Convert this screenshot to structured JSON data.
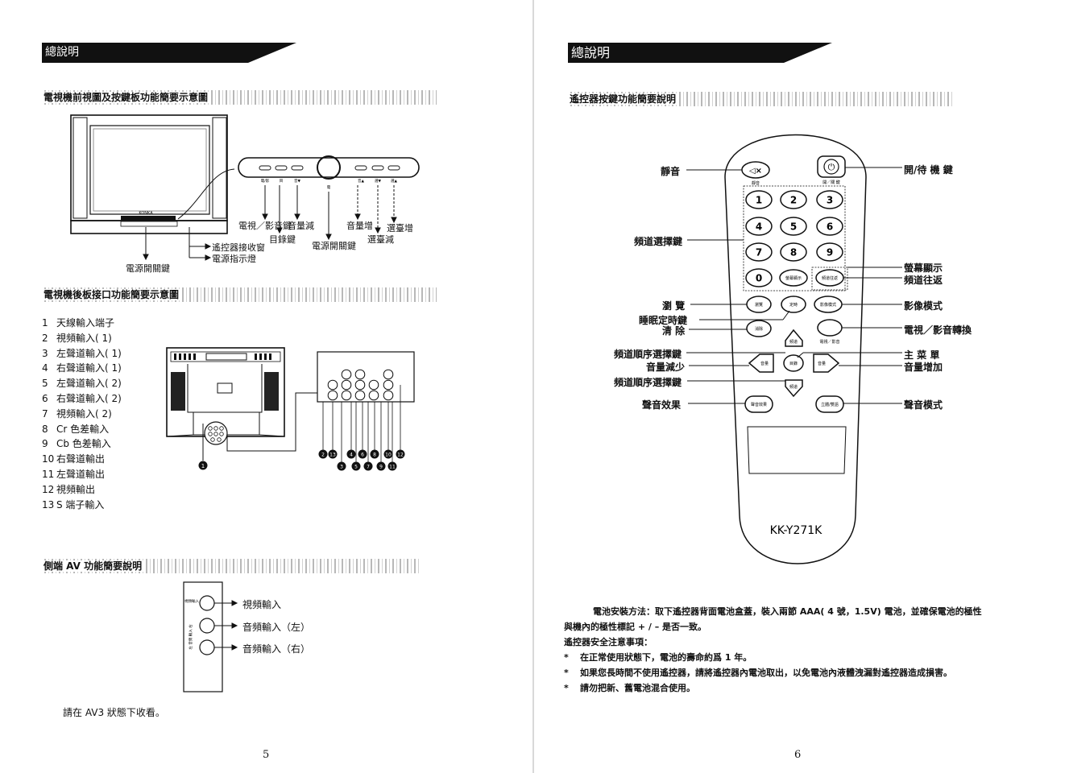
{
  "left": {
    "header": "總說明",
    "front_title": "電視機前視圖及按鍵板功能簡要示意圖",
    "front_callouts": {
      "tv_av": "電視／影音鍵",
      "menu": "目錄鍵",
      "vol_down": "音量減",
      "power": "電源開關鍵",
      "vol_up": "音量增",
      "ch_down": "選臺減",
      "ch_up": "選臺增",
      "remote_sensor": "遙控器接收窗",
      "power_indicator": "電源指示燈",
      "power_switch": "電源開關鍵"
    },
    "button_small_labels": [
      "電/影",
      "目",
      "音▼",
      "音▲",
      "選▼",
      "選▲",
      "電"
    ],
    "tv_brand": "KONKA",
    "rear_title": "電視機後板接口功能簡要示意圖",
    "rear_list": [
      {
        "n": "1",
        "t": "天線輸入端子"
      },
      {
        "n": "2",
        "t": "視頻輸入( 1)"
      },
      {
        "n": "3",
        "t": "左聲道輸入( 1)"
      },
      {
        "n": "4",
        "t": "右聲道輸入( 1)"
      },
      {
        "n": "5",
        "t": "左聲道輸入( 2)"
      },
      {
        "n": "6",
        "t": "右聲道輸入( 2)"
      },
      {
        "n": "7",
        "t": "視頻輸入( 2)"
      },
      {
        "n": "8",
        "t": "Cr 色差輸入"
      },
      {
        "n": "9",
        "t": "Cb 色差輸入"
      },
      {
        "n": "10",
        "t": "右聲道輸出"
      },
      {
        "n": "11",
        "t": "左聲道輸出"
      },
      {
        "n": "12",
        "t": "視頻輸出"
      },
      {
        "n": "13",
        "t": "S 端子輸入"
      }
    ],
    "jack_numbers_top": [
      "2",
      "13",
      "4",
      "6",
      "8",
      "10",
      "12"
    ],
    "jack_numbers_bottom": [
      "3",
      "5",
      "7",
      "9",
      "11"
    ],
    "antenna_number": "1",
    "side_title": "側端 AV 功能簡要說明",
    "side_panel_labels": [
      "視頻輸入",
      "左 音頻 輸入 右"
    ],
    "side_callouts": [
      "視頻輸入",
      "音頻輸入（左）",
      "音頻輸入（右）"
    ],
    "side_note": "請在 AV3 狀態下收看。",
    "page_number": "5"
  },
  "right": {
    "header": "總說明",
    "remote_title": "遙控器按鍵功能簡要說明",
    "model": "KK-Y271K",
    "digits": [
      "1",
      "2",
      "3",
      "4",
      "5",
      "6",
      "7",
      "8",
      "9",
      "0"
    ],
    "key_labels": {
      "mute": "靜音",
      "power": "開／關 鍵",
      "screen": "螢幕顯示",
      "return": "頻道往返",
      "browse": "瀏覽",
      "timer": "定時",
      "picture": "影像模式",
      "clear": "消除",
      "tvav": "電視／影音",
      "ch": "頻道",
      "menu": "目錄",
      "vol_l": "音量",
      "vol_r": "音量",
      "effect": "聲音效果",
      "stereo": "立體/雙語"
    },
    "callouts_left": [
      "靜音",
      "頻道選擇鍵",
      "瀏 覽",
      "睡眠定時鍵",
      "清 除",
      "頻道順序選擇鍵",
      "音量減少",
      "頻道順序選擇鍵",
      "聲音效果"
    ],
    "callouts_right": [
      "開/待 機 鍵",
      "螢幕顯示",
      "頻道往返",
      "影像模式",
      "電視／影音轉換",
      "主 菜 單",
      "音量增加",
      "聲音模式"
    ],
    "battery_text_1": "電池安裝方法：取下遙控器背面電池盒蓋，裝入兩節 AAA( 4 號，1.5V) 電池，並確保電池的極性",
    "battery_text_2": "與機內的極性標記 + / – 是否一致。",
    "safety_title": "遙控器安全注意事項：",
    "safety_items": [
      "在正常使用狀態下，電池的壽命約爲 1 年。",
      "如果您長時間不使用遙控器，請將遙控器內電池取出，以免電池內液體洩漏對遙控器造成損害。",
      "請勿把新、舊電池混合使用。"
    ],
    "bullet": "*",
    "page_number": "6"
  }
}
